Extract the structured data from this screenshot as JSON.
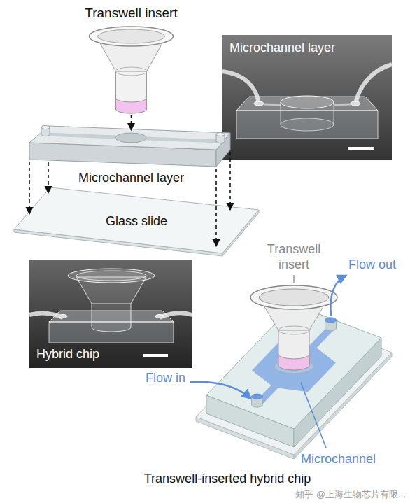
{
  "diagram": {
    "caption": "Transwell-inserted hybrid chip",
    "nodes": [
      {
        "text": [
          "Transwell insert"
        ]
      },
      {
        "text": [
          "Microchannel layer"
        ]
      },
      {
        "text": [
          "Microchannel layer"
        ]
      },
      {
        "text": [
          "Glass slide"
        ]
      },
      {
        "text": [
          "Hybrid chip"
        ]
      }
    ],
    "edges": [
      {
        "from": 0,
        "to": 2,
        "arrow": "to"
      },
      {
        "from": 2,
        "to": 3,
        "arrow": "to"
      },
      {
        "from": 2,
        "to": 3,
        "arrow": "to"
      },
      {
        "from": 2,
        "to": 3,
        "arrow": "to"
      },
      {
        "from": 2,
        "to": 3,
        "arrow": "to"
      }
    ],
    "labels": [
      "Transwell insert",
      "Flow out",
      "Flow in",
      "Microchannel",
      "知乎 @上海生物芯片有限..."
    ]
  }
}
